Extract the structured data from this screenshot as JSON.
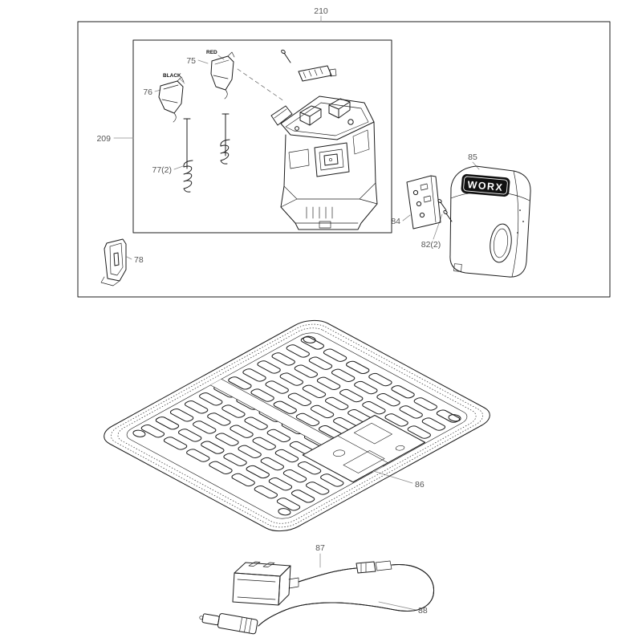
{
  "labels": {
    "assembly_box": "210",
    "terminal_group_box": "209",
    "red_terminal": "75",
    "black_terminal": "76",
    "springs": "77(2)",
    "wall_bracket": "78",
    "screws": "82(2)",
    "contact_plate": "84",
    "cover": "85",
    "base_plate": "86",
    "power_plug": "87",
    "power_cable": "88",
    "red_marking": "RED",
    "black_marking": "BLACK",
    "brand": "WORX"
  },
  "colors": {
    "background": "#ffffff",
    "line": "#1c1c1c",
    "label": "#555555",
    "logo_bg": "#111111",
    "logo_text": "#ffffff"
  }
}
